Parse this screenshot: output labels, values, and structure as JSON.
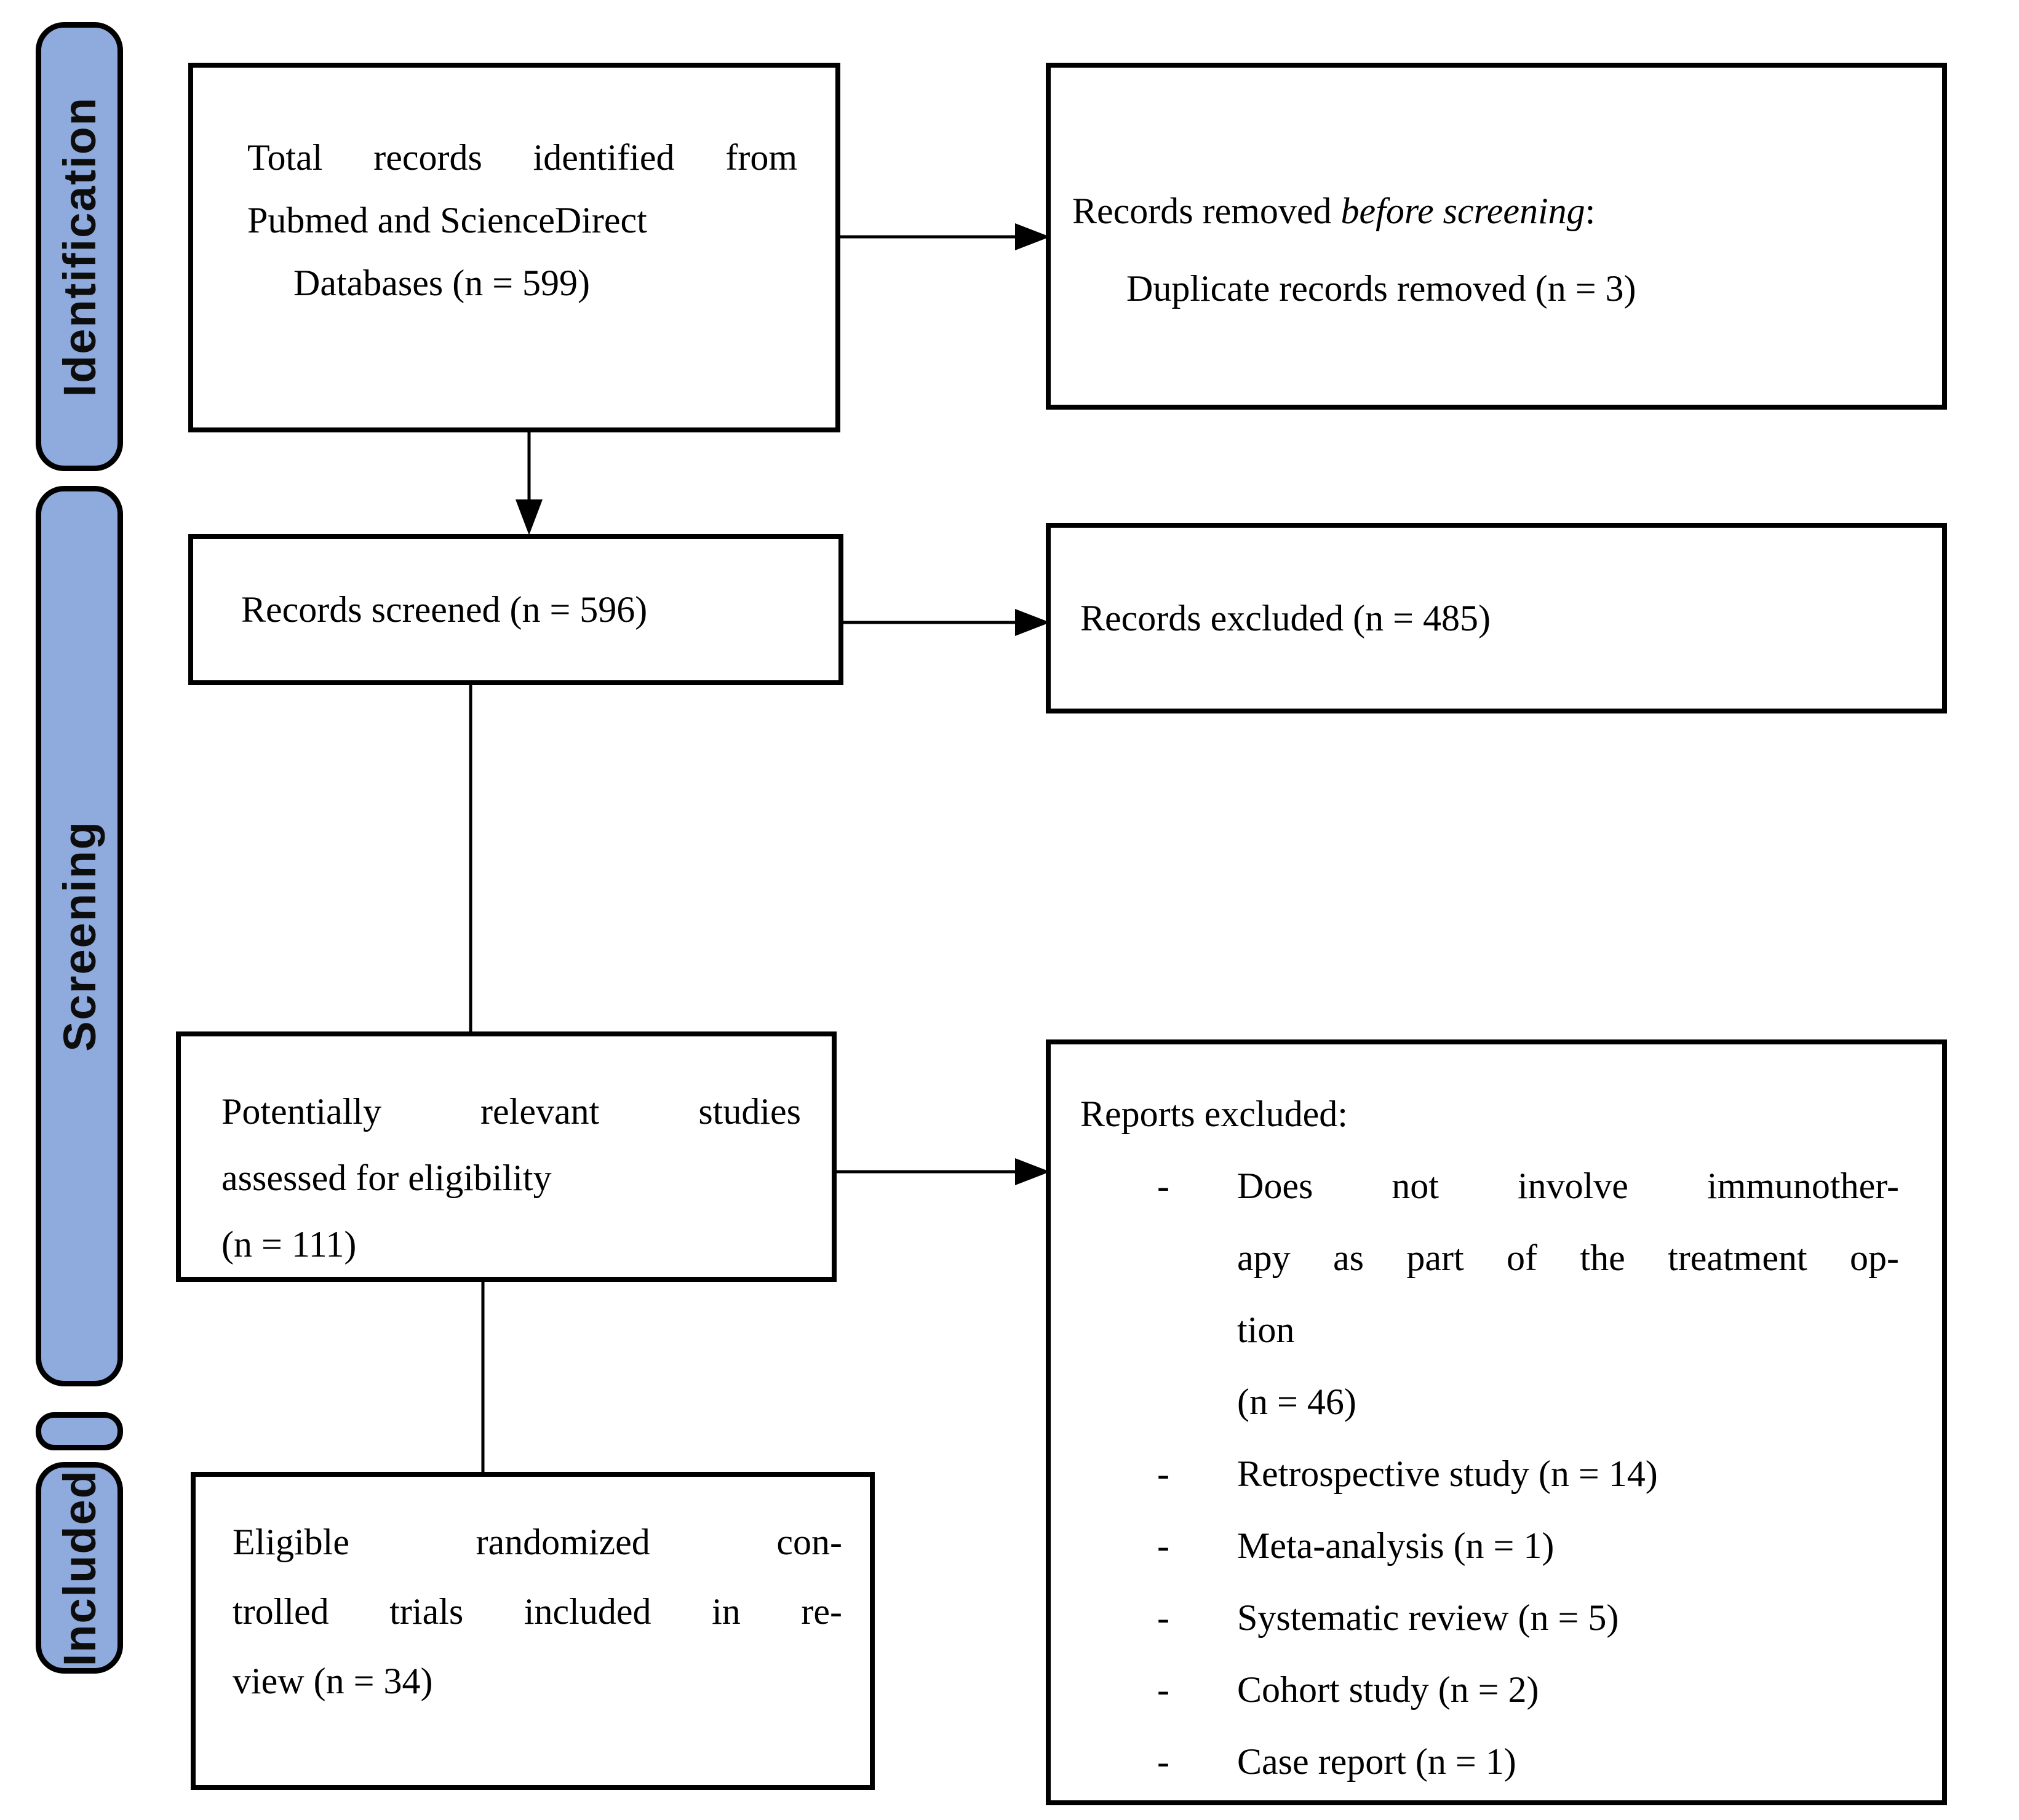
{
  "figure": {
    "stages": [
      {
        "label": "Identification"
      },
      {
        "label": "Screening"
      },
      {
        "label": ""
      },
      {
        "label": "Included"
      }
    ],
    "boxes": {
      "identified": {
        "lines": [
          "Total records identified from",
          "Pubmed and ScienceDirect",
          "Databases (n = 599)"
        ]
      },
      "removed_before_screening": {
        "prefix": "Records removed ",
        "italic": "before screening",
        "suffix": ":",
        "detail": "Duplicate records removed (n = 3)"
      },
      "screened": {
        "text": "Records screened (n = 596)"
      },
      "excluded": {
        "text": "Records excluded (n = 485)"
      },
      "assessed": {
        "lines": [
          "Potentially relevant studies",
          "assessed for eligibility",
          "(n = 111)"
        ]
      },
      "reports_excluded": {
        "title": "Reports excluded:",
        "marker": "-",
        "items": [
          {
            "lines": [
              "Does not involve immunother-",
              "apy as part of the treatment op-",
              "tion",
              "(n = 46)"
            ]
          },
          {
            "lines": [
              "Retrospective study (n = 14)"
            ]
          },
          {
            "lines": [
              "Meta-analysis (n = 1)"
            ]
          },
          {
            "lines": [
              "Systematic review (n = 5)"
            ]
          },
          {
            "lines": [
              "Cohort study (n = 2)"
            ]
          },
          {
            "lines": [
              "Case report (n = 1)"
            ]
          }
        ]
      },
      "included_review": {
        "lines": [
          "Eligible randomized con-",
          "trolled trials included in re-",
          "view (n = 34)"
        ]
      }
    },
    "colors": {
      "stage_fill": "#8faadc",
      "stage_border": "#000000",
      "box_border": "#000000",
      "arrow": "#000000",
      "background": "#ffffff"
    }
  }
}
